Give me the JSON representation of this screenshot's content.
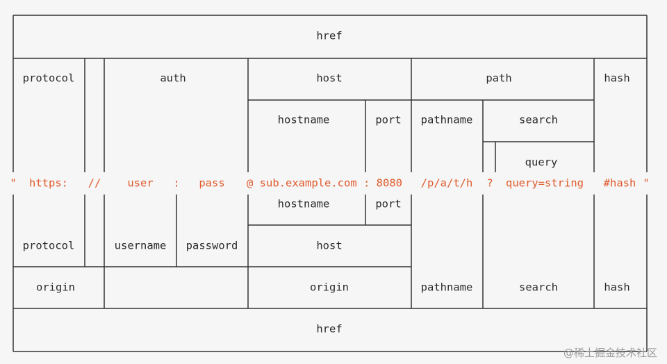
{
  "diagram": {
    "top_href": "href",
    "upper_row": {
      "protocol": "protocol",
      "auth": "auth",
      "host": "host",
      "path": "path",
      "hash": "hash",
      "hostname": "hostname",
      "port": "port",
      "pathname": "pathname",
      "search": "search",
      "query": "query"
    },
    "url_parts": {
      "open_quote": "\"",
      "protocol": "https:",
      "slashes": "//",
      "user": "user",
      "colon": ":",
      "pass": "pass",
      "host": "@ sub.example.com : 8080",
      "pathname": "/p/a/t/h",
      "question": "?",
      "query": "query=string",
      "hash": "#hash",
      "close_quote": "\""
    },
    "lower_row": {
      "hostname": "hostname",
      "port": "port",
      "protocol": "protocol",
      "username": "username",
      "password": "password",
      "host": "host",
      "origin_left": "origin",
      "origin_right": "origin",
      "pathname": "pathname",
      "search": "search",
      "hash": "hash"
    },
    "bottom_href": "href"
  },
  "watermark": "@稀土掘金技术社区",
  "colors": {
    "text": "#2a2a2a",
    "url": "#e05a2b",
    "line": "#333333",
    "background": "#f6f6f6"
  }
}
